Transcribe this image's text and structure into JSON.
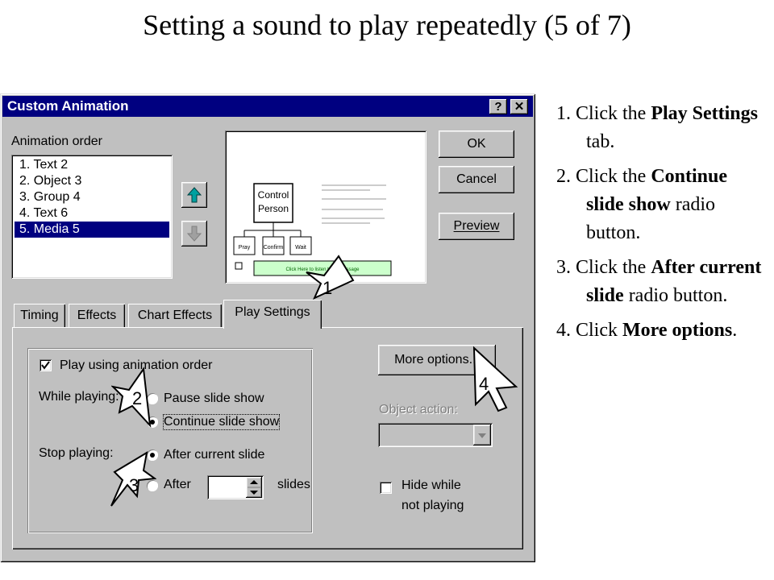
{
  "slide_title": "Setting a sound to play repeatedly  (5 of 7)",
  "dialog": {
    "title": "Custom Animation",
    "help_label": "?",
    "close_label": "✕",
    "animation_order_label": "Animation order",
    "animation_order": [
      "1. Text 2",
      "2. Object 3",
      "3. Group 4",
      "4. Text 6",
      "5. Media 5"
    ],
    "selected_index": 4,
    "ok_label": "OK",
    "cancel_label": "Cancel",
    "preview_label": "Preview",
    "preview_thumbnail": {
      "chart_top_line1": "Control",
      "chart_top_line2": "Person",
      "chart_box1": "Pray",
      "chart_box2": "Confirm",
      "chart_box3": "Wait",
      "click_button_text": "Click Here to listen to the passage"
    },
    "tabs": [
      "Timing",
      "Effects",
      "Chart Effects",
      "Play Settings"
    ],
    "active_tab": "Play Settings",
    "play_using_order_label": "Play using animation order",
    "while_playing_label": "While playing:",
    "pause_label": "Pause slide show",
    "continue_label": "Continue slide show",
    "stop_playing_label": "Stop playing:",
    "after_current_label": "After current slide",
    "after_label": "After",
    "slides_label": "slides",
    "more_options_label": "More options...",
    "object_action_label": "Object action:",
    "hide_line1": "Hide while",
    "hide_line2": "not playing"
  },
  "callouts": [
    "1",
    "2",
    "3",
    "4"
  ],
  "steps": [
    {
      "num": "1. ",
      "parts": [
        [
          "Click the ",
          false
        ],
        [
          "Play Settings",
          true
        ],
        [
          " tab.",
          false
        ]
      ]
    },
    {
      "num": "2. ",
      "parts": [
        [
          "Click the ",
          false
        ],
        [
          "Continue slide show",
          true
        ],
        [
          " radio button.",
          false
        ]
      ]
    },
    {
      "num": "3. ",
      "parts": [
        [
          "Click the ",
          false
        ],
        [
          "After current slide",
          true
        ],
        [
          " radio button.",
          false
        ]
      ]
    },
    {
      "num": "4. ",
      "parts": [
        [
          "Click ",
          false
        ],
        [
          "More options",
          true
        ],
        [
          ".",
          false
        ]
      ]
    }
  ],
  "colors": {
    "titlebar": "#000080",
    "dialog_face": "#c0c0c0",
    "selection": "#000080"
  }
}
